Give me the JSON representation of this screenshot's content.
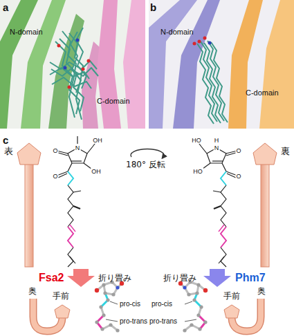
{
  "diagram": {
    "labels": [
      "a",
      "N-domain",
      "C-domain",
      "b",
      "N-domain",
      "C-domain",
      "c",
      "表",
      "180° 反転",
      "裏",
      "N",
      "OH",
      "O",
      "OH",
      "O",
      "HO",
      "N",
      "H",
      "O",
      "HO",
      "O",
      "Fsa2",
      "折り畳み",
      "折り畳み",
      "Phm7",
      "奥",
      "手前",
      "pro-cis",
      "pro-trans",
      "pro-cis",
      "pro-trans",
      "手前",
      "奥"
    ]
  }
}
